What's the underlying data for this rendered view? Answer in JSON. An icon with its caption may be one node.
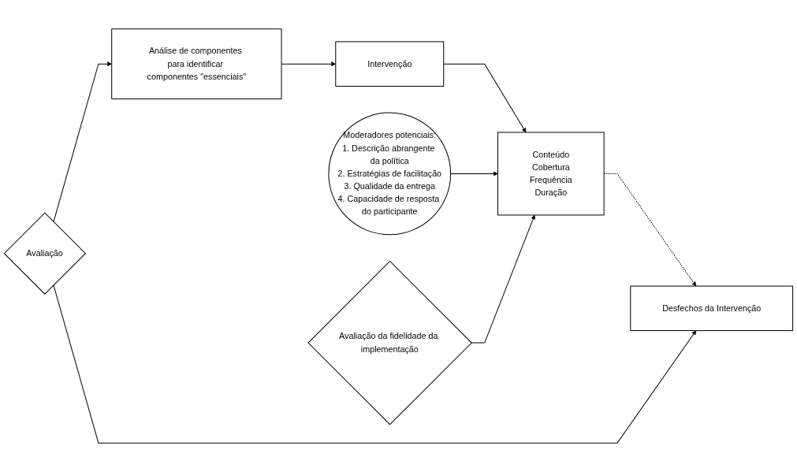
{
  "diagram": {
    "nodes": [
      {
        "text": [
          "Moderadores potenciais:",
          "1. Descrição abrangente da política",
          "2. Estratégias de facilitação",
          "3. Qualidade da entrega",
          "4. Capacidade de resposta do participante"
        ]
      },
      {
        "text": [
          "Intervenção"
        ]
      },
      {
        "text": [
          "Conteúdo",
          "Cobertura",
          "Frequência",
          "Duração"
        ]
      },
      {
        "text": [
          "Desfechos da Intervenção"
        ]
      },
      {
        "text": [
          "Avaliação da fidelidade da implementação"
        ]
      },
      {
        "text": [
          "Avaliação"
        ]
      },
      {
        "text": [
          "Análise de componentes para identificar componentes \"essenciais\""
        ]
      }
    ],
    "edges": [
      {
        "from": 1,
        "to": 2,
        "arrow": "to"
      },
      {
        "from": 0,
        "to": 2,
        "arrow": "to"
      },
      {
        "from": 2,
        "to": 3,
        "arrow": "to",
        "style": "dashed"
      },
      {
        "from": 4,
        "to": 2,
        "arrow": "to"
      },
      {
        "from": 5,
        "to": 3,
        "arrow": "to"
      },
      {
        "from": 5,
        "to": 6,
        "arrow": "to"
      },
      {
        "from": 6,
        "to": 1,
        "arrow": "to"
      }
    ]
  }
}
